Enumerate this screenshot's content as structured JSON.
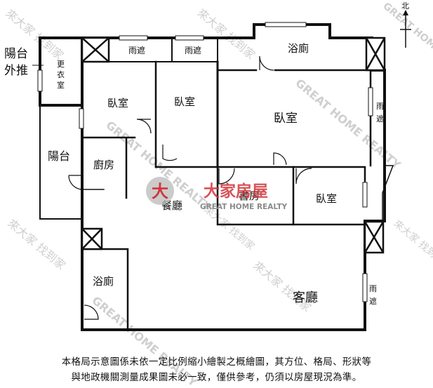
{
  "rooms": {
    "balcony_outer": [
      "陽台",
      "外推"
    ],
    "dressing_room": [
      "更",
      "衣",
      "室"
    ],
    "rain_shade_1": "雨遮",
    "rain_shade_2": "雨遮",
    "bath_top": "浴廁",
    "bedroom_left": "臥室",
    "bedroom_mid": "臥室",
    "bedroom_master": "臥室",
    "rain_shade_right_top": [
      "雨",
      "遮"
    ],
    "balcony": "陽台",
    "kitchen": "廚房",
    "study": "書房",
    "bedroom_small": "臥室",
    "dining": "餐廳",
    "bath_bottom": "浴廁",
    "living": "客廳",
    "rain_shade_right_bottom": [
      "雨",
      "遮"
    ]
  },
  "compass": {
    "label": "北"
  },
  "logo": {
    "name": "大家房屋",
    "subtitle": "GREAT HOME REALTY",
    "mark": "大"
  },
  "watermark": {
    "cn": "來大家 找到家",
    "en": "GREAT HOME REALTY"
  },
  "disclaimer": [
    "本格局示意圖係未依一定比例縮小繪製之概繪圖，其方位、格局、形狀等",
    "與地政機關測量成果圖未必一致，僅供參考，仍須以房屋現況為準。"
  ],
  "colors": {
    "wall": "#111111",
    "logo_red": "#d0363b",
    "logo_gray": "#9a9a9a",
    "watermark": "#cfcfcf"
  }
}
